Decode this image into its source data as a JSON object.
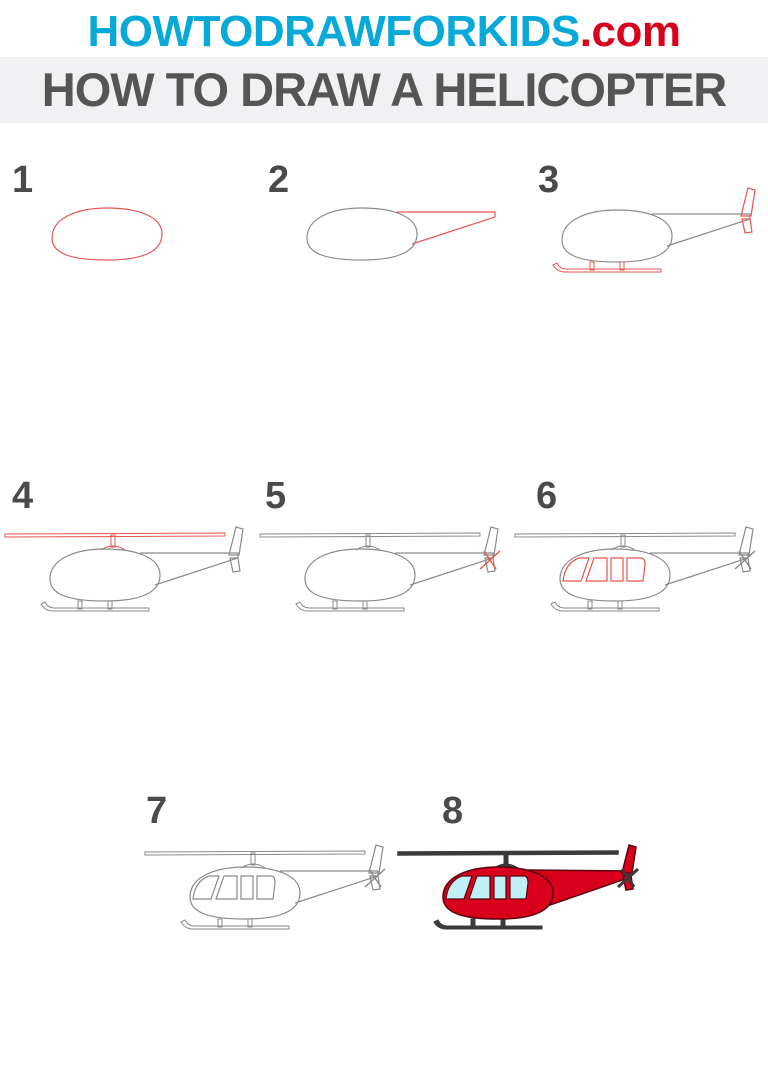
{
  "header": {
    "site_name": "HOWTODRAWFORKIDS",
    "site_tld": ".com",
    "title": "HOW TO DRAW A HELICOPTER"
  },
  "colors": {
    "brand_blue": "#07a9d9",
    "brand_red": "#d8001a",
    "new_line": "#e8554f",
    "old_line": "#8a8a8a",
    "body_fill": "#d8001a",
    "window_fill": "#bff0f5",
    "dark": "#3a3a3a"
  },
  "steps": [
    {
      "number": "1",
      "new_parts": [
        "body"
      ]
    },
    {
      "number": "2",
      "new_parts": [
        "tail-boom"
      ]
    },
    {
      "number": "3",
      "new_parts": [
        "tail-fin",
        "skids"
      ]
    },
    {
      "number": "4",
      "new_parts": [
        "main-rotor"
      ]
    },
    {
      "number": "5",
      "new_parts": [
        "tail-rotor"
      ]
    },
    {
      "number": "6",
      "new_parts": [
        "windows"
      ]
    },
    {
      "number": "7",
      "new_parts": []
    },
    {
      "number": "8",
      "new_parts": [],
      "colored": true
    }
  ]
}
